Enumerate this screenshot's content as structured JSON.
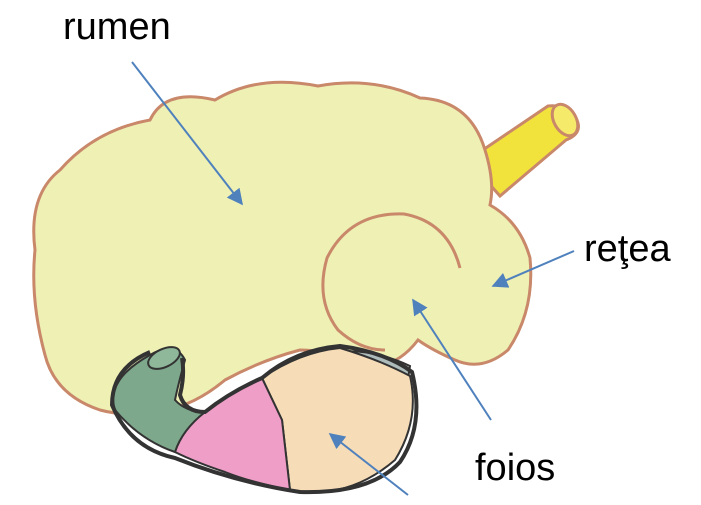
{
  "labels": {
    "rumen": "rumen",
    "retea": "reţea",
    "foios": "foios"
  },
  "colors": {
    "rumen": "#eef0b4",
    "outline_rumen": "#c9886a",
    "esophagus": "#f2e23c",
    "omasum": "#f6ddb8",
    "abomasum": "#ef9ec8",
    "duodenum": "#7ea88c",
    "reticulum_patch": "#aebcbc",
    "outline_dark": "#333333",
    "arrow": "#4f81bd"
  }
}
